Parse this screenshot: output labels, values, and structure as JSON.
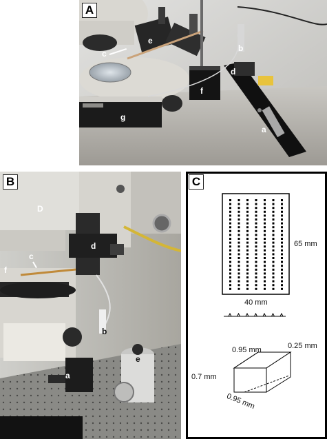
{
  "panel_a": {
    "letter": "A",
    "labels": {
      "a": "a",
      "b": "b",
      "c": "c",
      "d": "d",
      "e": "e",
      "f": "f",
      "g": "g"
    }
  },
  "panel_b": {
    "letter": "B",
    "labels": {
      "a": "a",
      "b": "b",
      "c": "c",
      "d": "d",
      "e": "e",
      "f": "f",
      "D": "D"
    }
  },
  "panel_c": {
    "letter": "C",
    "dims": {
      "height": "65 mm",
      "width": "40 mm",
      "top_left": "0.95 mm",
      "top_right": "0.25 mm",
      "left": "0.7 mm",
      "bottom": "0.95 mm"
    }
  }
}
